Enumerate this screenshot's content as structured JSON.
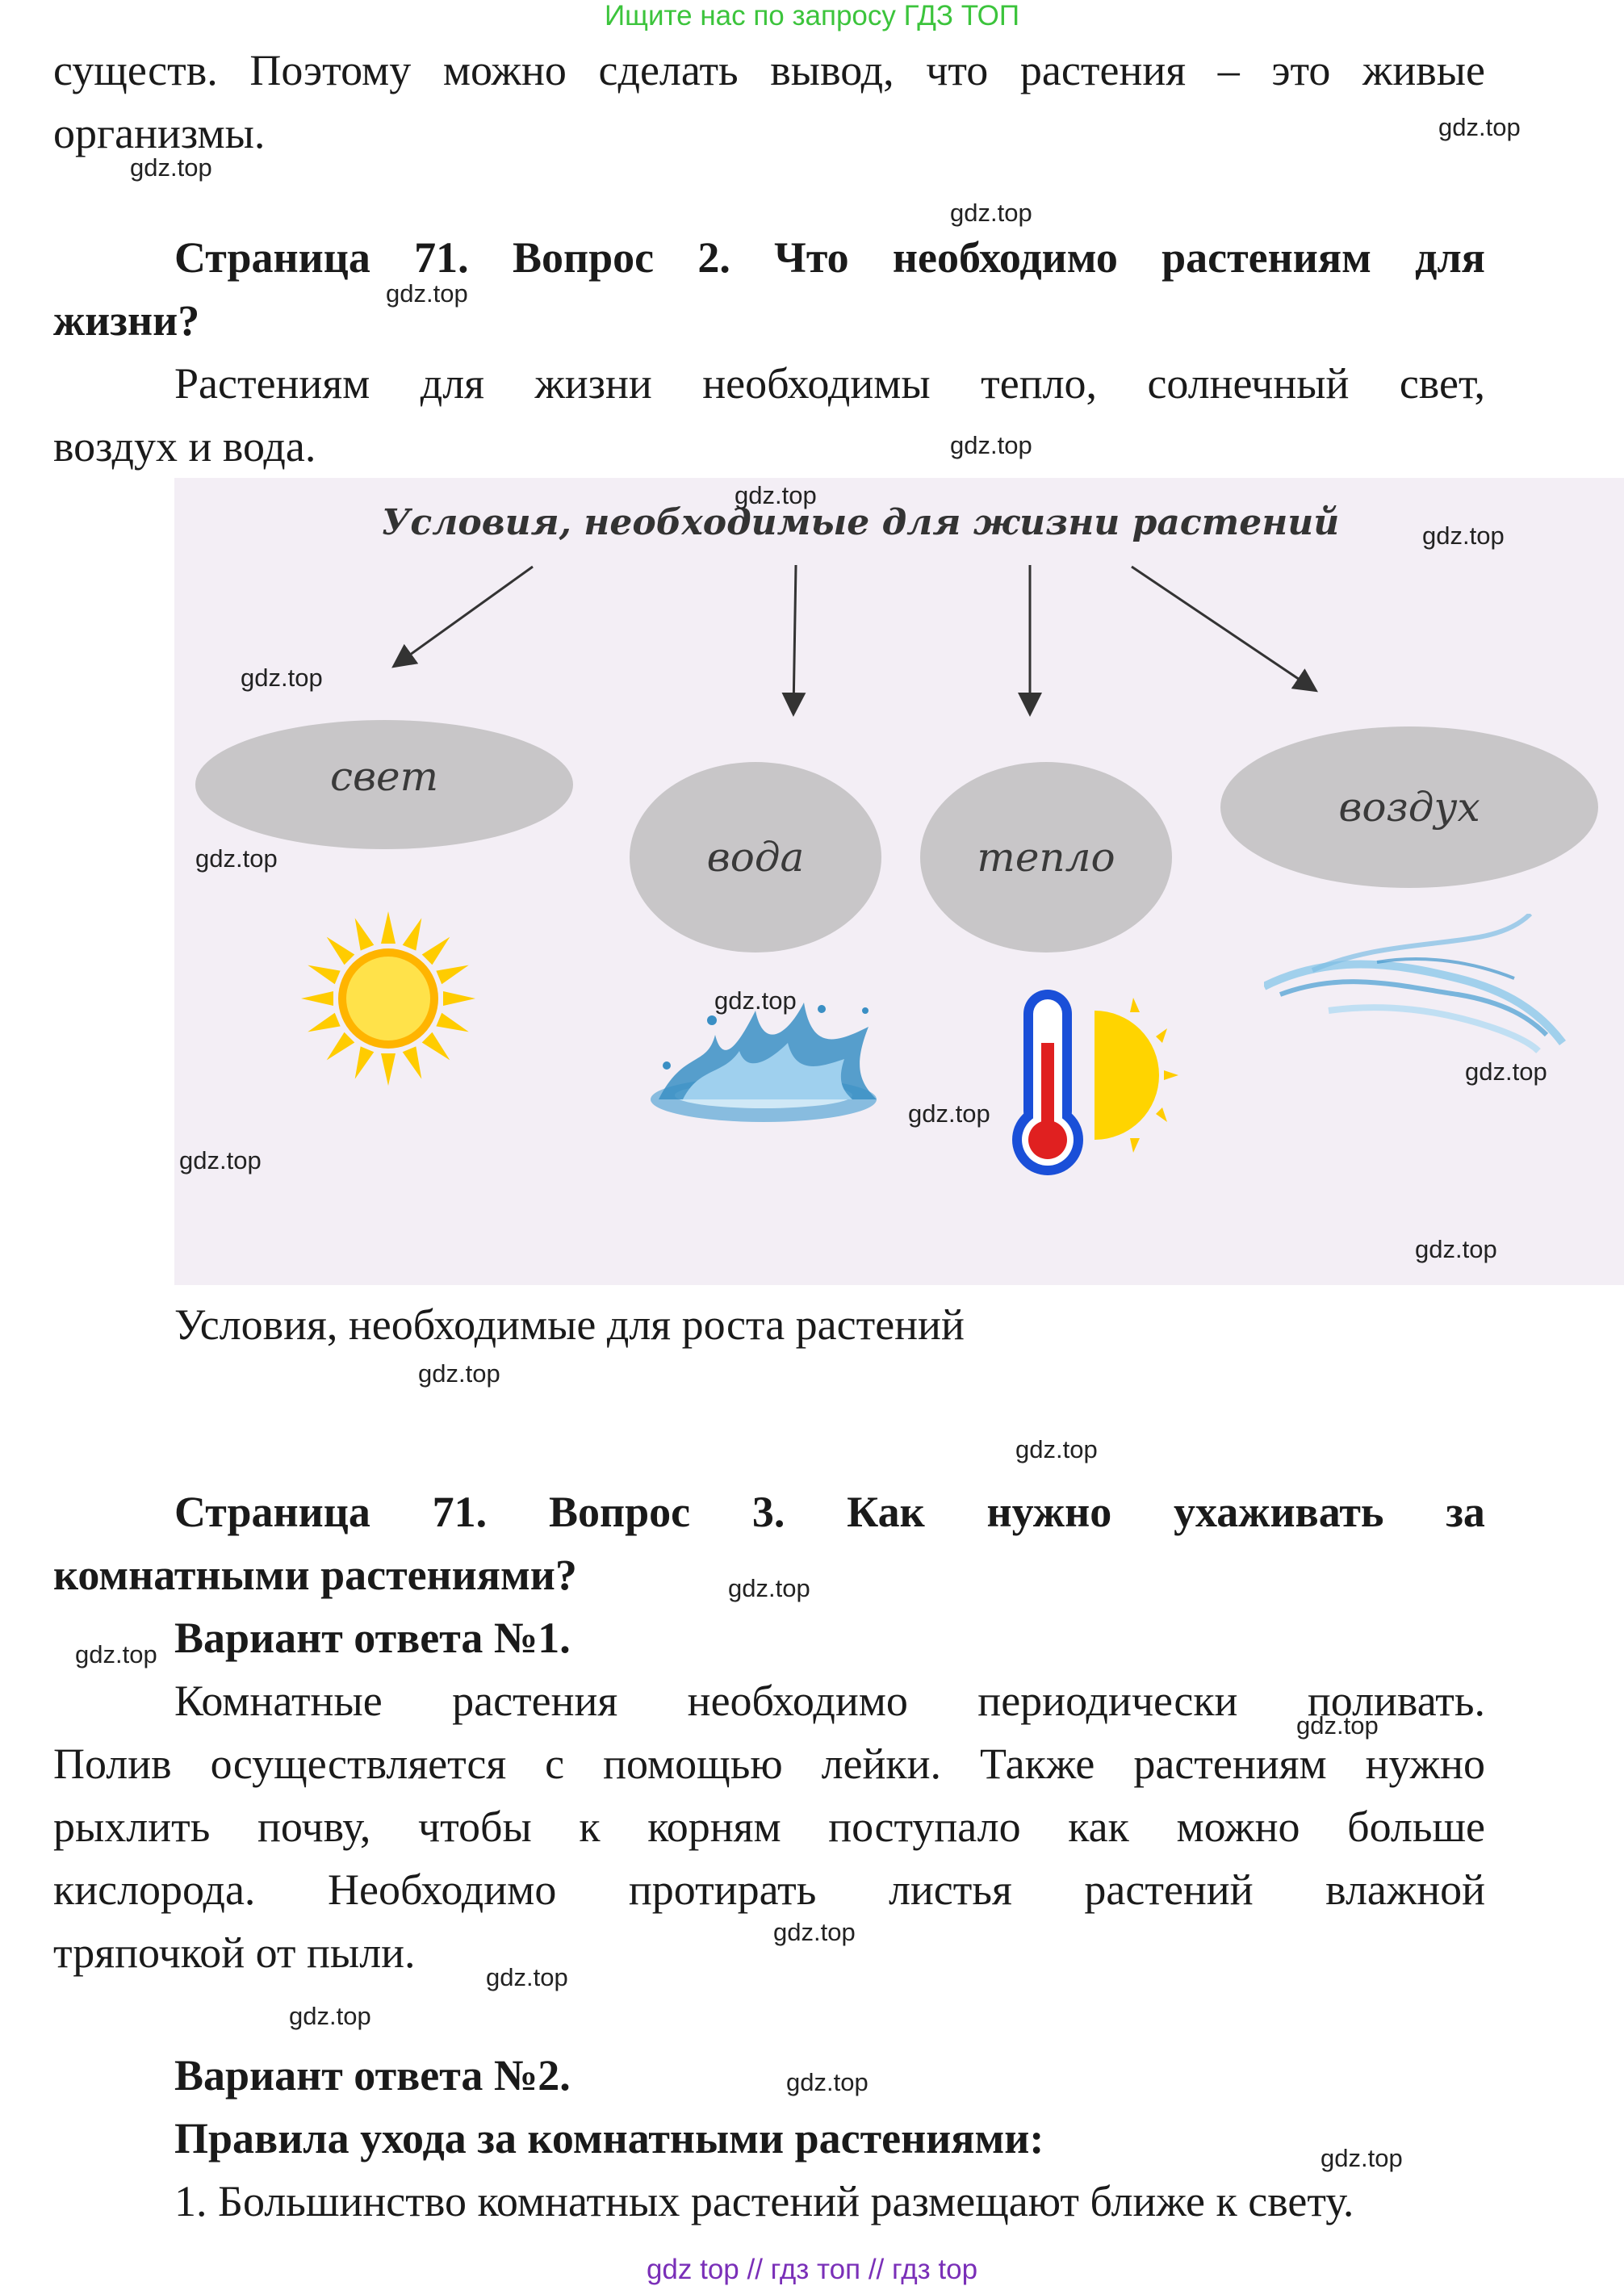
{
  "banner": "Ищите нас по запросу ГДЗ ТОП",
  "intro": {
    "line1": "существ. Поэтому можно сделать вывод, что растения – это живые",
    "line2": "организмы."
  },
  "q2": {
    "heading_line1": "Страница 71. Вопрос 2. Что необходимо растениям для",
    "heading_line2": "жизни?",
    "answer_line1": "Растениям для жизни необходимы тепло, солнечный свет,",
    "answer_line2": "воздух и вода."
  },
  "figure": {
    "title": "Условия, необходимые для жизни растений",
    "items": [
      "свет",
      "вода",
      "тепло",
      "воздух"
    ],
    "icons": [
      "sun-icon",
      "water-splash-icon",
      "thermometer-sun-icon",
      "wind-icon"
    ],
    "caption": "Условия, необходимые для роста растений"
  },
  "q3": {
    "heading_line1": [
      "Страница",
      "71.",
      "Вопрос",
      "3.",
      "Как",
      "нужно",
      "ухаживать",
      "за"
    ],
    "heading_line2": "комнатными растениями?",
    "variant1_title": "Вариант ответа №1.",
    "variant1_lines": [
      "Комнатные растения необходимо периодически поливать.",
      "Полив осуществляется с помощью лейки. Также растениям нужно",
      "рыхлить почву, чтобы к корням поступало как можно больше",
      "кислорода. Необходимо протирать листья растений влажной",
      "тряпочкой от пыли."
    ],
    "variant2_title": "Вариант ответа №2.",
    "rules_title": "Правила ухода за комнатными растениями:",
    "rule1": "1. Большинство комнатных растений размещают ближе к свету."
  },
  "watermark": "gdz.top",
  "footer": "gdz top  //  гдз топ  //  гдз top",
  "colors": {
    "banner": "#3cc43c",
    "footer": "#7a2fb8",
    "figure_bg": "#f3eef5",
    "ellipse": "#c8c6c8",
    "sun": "#ffcc00",
    "thermometer_red": "#e02020",
    "thermometer_blue": "#1a4fd8",
    "water": "#3a8fc4"
  }
}
